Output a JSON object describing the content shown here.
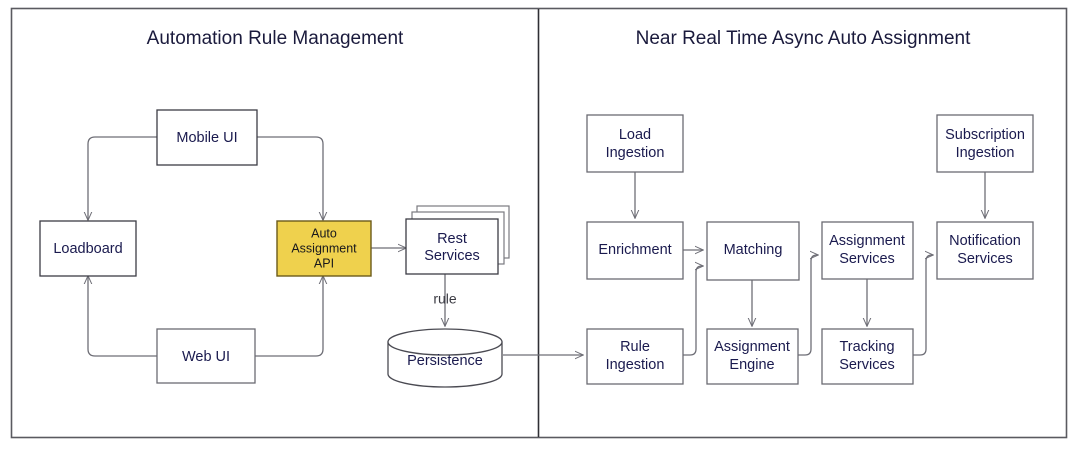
{
  "diagram": {
    "title_left": "Automation Rule Management",
    "title_right": "Near Real Time Async Auto Assignment",
    "colors": {
      "highlight_fill": "#efd14d",
      "box_stroke": "#6b6b72",
      "text": "#1a1a4e",
      "title_text": "#1a1a3c",
      "edge": "#6e6e76",
      "background": "#ffffff"
    },
    "edge_labels": {
      "rule": "rule"
    },
    "left_panel": {
      "nodes": [
        {
          "id": "mobile-ui",
          "label": "Mobile UI",
          "type": "process"
        },
        {
          "id": "loadboard",
          "label": "Loadboard",
          "type": "process"
        },
        {
          "id": "auto-assignment-api",
          "label_line1": "Auto",
          "label_line2": "Assignment",
          "label_line3": "API",
          "type": "highlighted-process"
        },
        {
          "id": "rest-services",
          "label_line1": "Rest",
          "label_line2": "Services",
          "type": "stacked-process"
        },
        {
          "id": "web-ui",
          "label": "Web UI",
          "type": "process"
        },
        {
          "id": "persistence",
          "label": "Persistence",
          "type": "datastore"
        }
      ]
    },
    "right_panel": {
      "nodes": [
        {
          "id": "load-ingestion",
          "label_line1": "Load",
          "label_line2": "Ingestion",
          "type": "process"
        },
        {
          "id": "subscription-ingestion",
          "label_line1": "Subscription",
          "label_line2": "Ingestion",
          "type": "process"
        },
        {
          "id": "enrichment",
          "label": "Enrichment",
          "type": "process"
        },
        {
          "id": "matching",
          "label": "Matching",
          "type": "process"
        },
        {
          "id": "assignment-services",
          "label_line1": "Assignment",
          "label_line2": "Services",
          "type": "process"
        },
        {
          "id": "notification-services",
          "label_line1": "Notification",
          "label_line2": "Services",
          "type": "process"
        },
        {
          "id": "rule-ingestion",
          "label_line1": "Rule",
          "label_line2": "Ingestion",
          "type": "process"
        },
        {
          "id": "assignment-engine",
          "label_line1": "Assignment",
          "label_line2": "Engine",
          "type": "process"
        },
        {
          "id": "tracking-services",
          "label_line1": "Tracking",
          "label_line2": "Services",
          "type": "process"
        }
      ]
    }
  }
}
